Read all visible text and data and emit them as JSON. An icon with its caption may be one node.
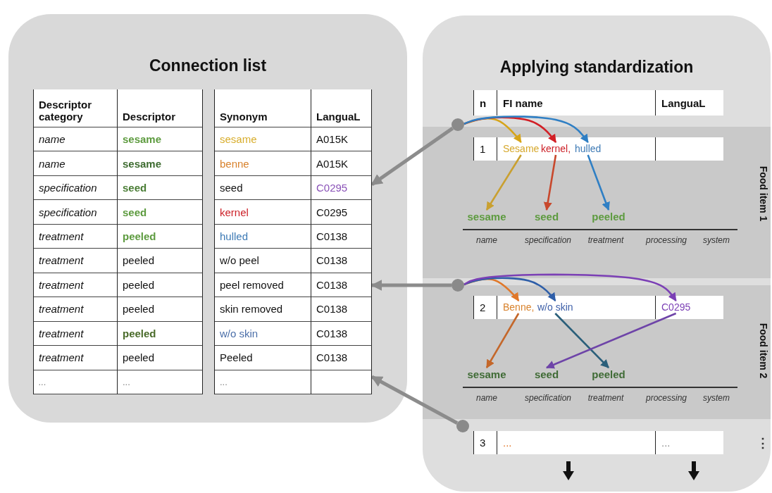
{
  "diagram": {
    "nodes": [
      {
        "text": [
          "Connection list"
        ]
      },
      {
        "text": [
          "Descriptor category",
          "Descriptor",
          "name",
          "sesame",
          "name",
          "sesame",
          "specification",
          "seed",
          "specification",
          "seed",
          "treatment",
          "peeled",
          "treatment",
          "peeled",
          "treatment",
          "peeled",
          "treatment",
          "peeled",
          "treatment",
          "peeled",
          "treatment",
          "peeled",
          "...",
          "..."
        ],
        "in": 0
      },
      {
        "text": [
          "Synonym",
          "LanguaL",
          "sesame",
          "A015K",
          "benne",
          "A015K",
          "seed",
          "C0295",
          "kernel",
          "C0295",
          "hulled",
          "C0138",
          "w/o peel",
          "C0138",
          "peel removed",
          "C0138",
          "skin removed",
          "C0138",
          "w/o skin",
          "C0138",
          "Peeled",
          "C0138",
          "..."
        ],
        "in": 0
      },
      {
        "text": [
          "Applying standardization"
        ]
      },
      {
        "text": [
          "n",
          "FI name",
          "LanguaL"
        ],
        "in": 3
      },
      {
        "text": [],
        "shape": "circle",
        "in": 3
      },
      {
        "text": [
          "Food item 1"
        ],
        "in": 3
      },
      {
        "text": [
          "1"
        ],
        "in": 6
      },
      {
        "text": [
          "Sesame"
        ],
        "in": 7
      },
      {
        "text": [
          "kernel,"
        ],
        "in": 7
      },
      {
        "text": [
          "hulled"
        ],
        "in": 7
      },
      {
        "text": [
          "sesame"
        ],
        "in": 6
      },
      {
        "text": [
          "seed"
        ],
        "in": 6
      },
      {
        "text": [
          "peeled"
        ],
        "in": 6
      },
      {
        "text": [],
        "shape": "circle",
        "in": 3
      },
      {
        "text": [
          "Food item 2"
        ],
        "in": 3
      },
      {
        "text": [
          "2"
        ],
        "in": 15
      },
      {
        "text": [
          "Benne,"
        ],
        "in": 16
      },
      {
        "text": [
          "w/o skin"
        ],
        "in": 16
      },
      {
        "text": [
          "C0295"
        ],
        "in": 16
      },
      {
        "text": [
          "sesame"
        ],
        "in": 15
      },
      {
        "text": [
          "seed"
        ],
        "in": 15
      },
      {
        "text": [
          "peeled"
        ],
        "in": 15
      },
      {
        "text": [],
        "shape": "circle",
        "in": 3
      },
      {
        "text": [
          "3",
          "...",
          "..."
        ],
        "in": 3
      }
    ],
    "edges": [
      {
        "from": 5,
        "to": 2,
        "arrow": "to",
        "style": "thick",
        "color": "#8c8c8c"
      },
      {
        "from": 14,
        "to": 2,
        "arrow": "to",
        "style": "thick",
        "color": "#8c8c8c"
      },
      {
        "from": 23,
        "to": 2,
        "arrow": "to",
        "style": "thick",
        "color": "#8c8c8c"
      },
      {
        "from": 5,
        "to": 8,
        "arrow": "to",
        "color": "#d6a419"
      },
      {
        "from": 5,
        "to": 9,
        "arrow": "to",
        "color": "#d21f26"
      },
      {
        "from": 5,
        "to": 10,
        "arrow": "to",
        "color": "#2f7fc4"
      },
      {
        "from": 8,
        "to": 11,
        "arrow": "to",
        "color": "#c9a030"
      },
      {
        "from": 9,
        "to": 12,
        "arrow": "to",
        "color": "#c8482c"
      },
      {
        "from": 10,
        "to": 13,
        "arrow": "to",
        "color": "#2f7fc4"
      },
      {
        "from": 14,
        "to": 17,
        "arrow": "to",
        "color": "#e0782a"
      },
      {
        "from": 14,
        "to": 18,
        "arrow": "to",
        "color": "#2e5ea8"
      },
      {
        "from": 14,
        "to": 19,
        "arrow": "to",
        "color": "#7b3fb5"
      },
      {
        "from": 17,
        "to": 20,
        "arrow": "to",
        "color": "#c4672a"
      },
      {
        "from": 18,
        "to": 22,
        "arrow": "to",
        "color": "#2a5f7a"
      },
      {
        "from": 19,
        "to": 21,
        "arrow": "to",
        "color": "#6e44a8"
      }
    ],
    "labels": [
      "name",
      "specification",
      "treatment",
      "processing",
      "system",
      "name",
      "specification",
      "treatment",
      "processing",
      "system",
      "⋮"
    ]
  }
}
